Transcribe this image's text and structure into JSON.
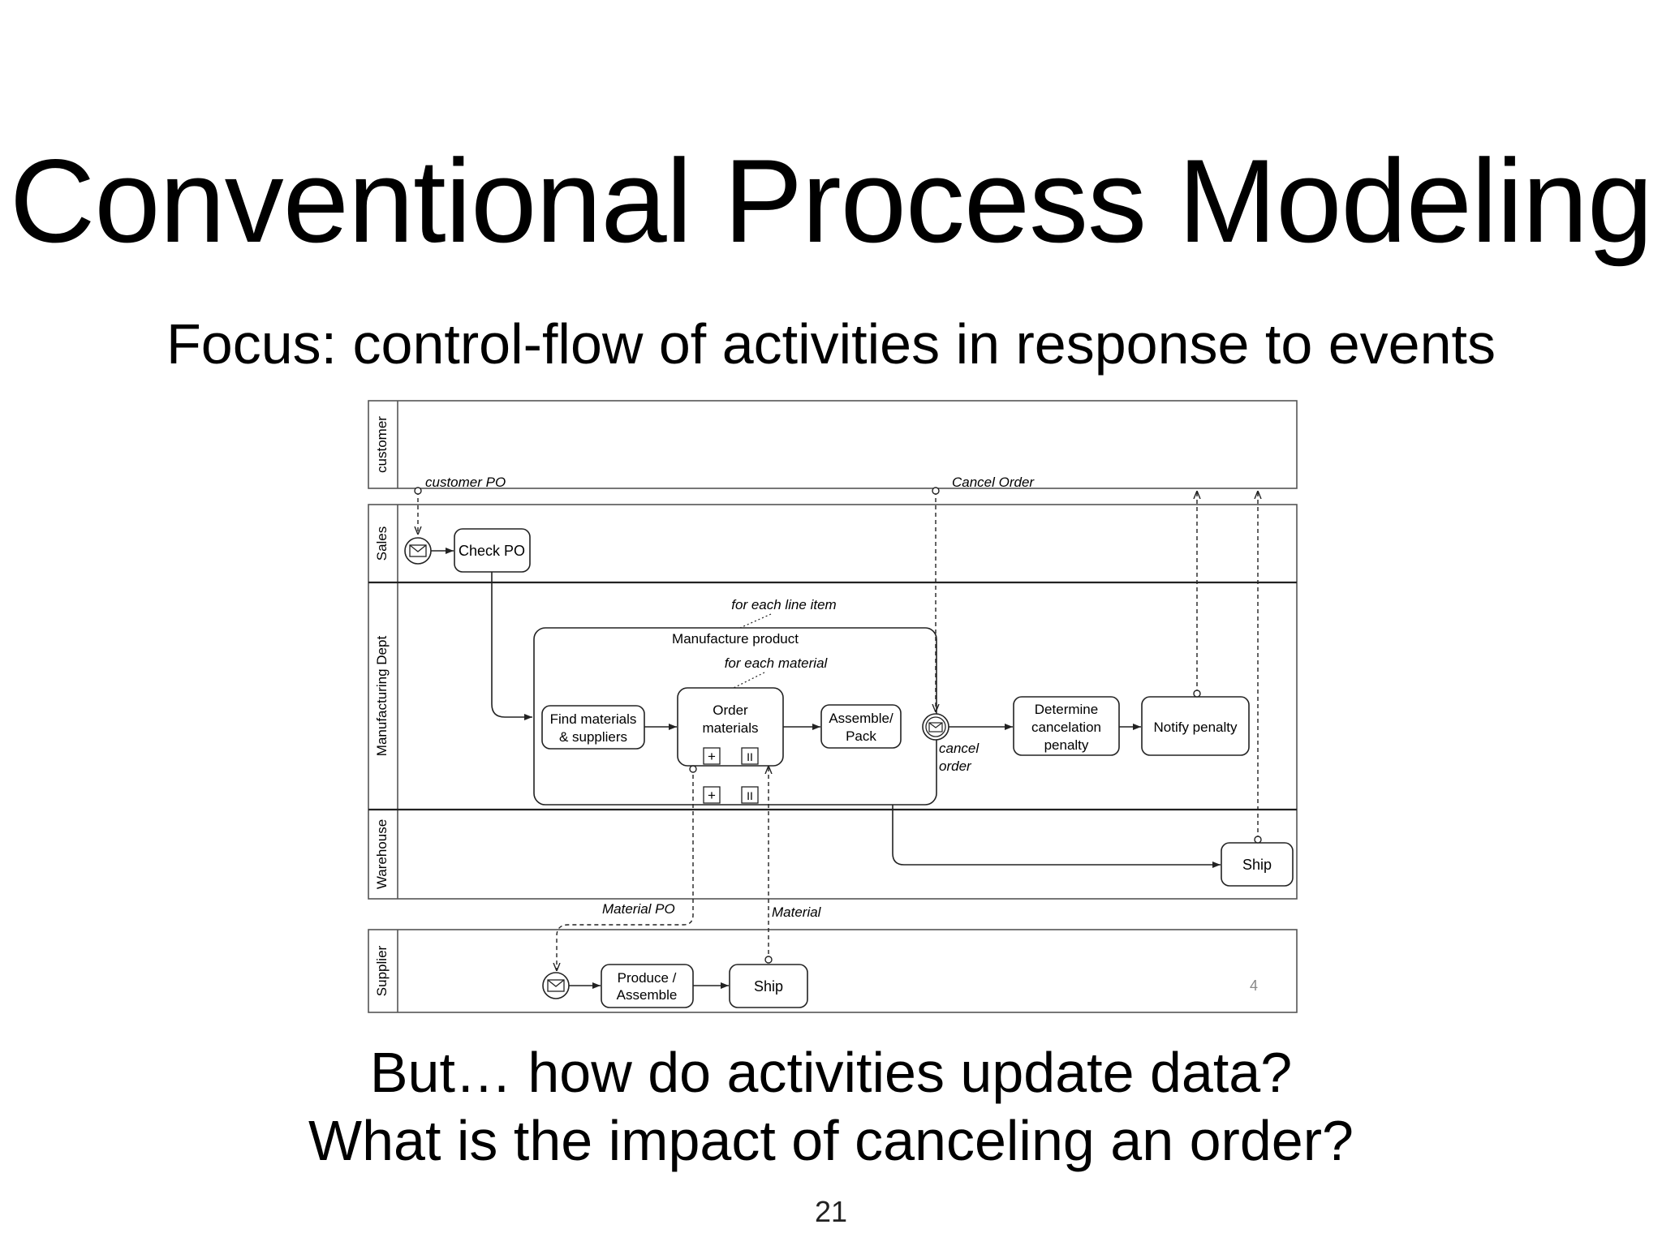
{
  "slide": {
    "title": "Conventional Process Modeling",
    "subtitle": "Focus: control-flow of activities in response to events",
    "questions": [
      "But… how do activities update data?",
      "What is the impact of canceling an order?"
    ],
    "page_number": "21"
  },
  "diagram": {
    "lanes": {
      "customer": "customer",
      "sales": "Sales",
      "manufacturing": "Manufacturing Dept",
      "warehouse": "Warehouse",
      "supplier": "Supplier"
    },
    "tasks": {
      "check_po": "Check PO",
      "find_materials": [
        "Find materials",
        "& suppliers"
      ],
      "order_materials": [
        "Order",
        "materials"
      ],
      "assemble_pack": [
        "Assemble/",
        "Pack"
      ],
      "determine_penalty": [
        "Determine",
        "cancelation",
        "penalty"
      ],
      "notify_penalty": "Notify penalty",
      "ship_warehouse": "Ship",
      "produce_assemble": [
        "Produce /",
        "Assemble"
      ],
      "ship_supplier": "Ship"
    },
    "subprocess": {
      "label": "Manufacture product",
      "annotation_outer": "for each line item",
      "annotation_inner": "for each material"
    },
    "markers": {
      "plus": "+",
      "parallel": "II"
    },
    "messages": {
      "customer_po": "customer PO",
      "cancel_order": "Cancel Order",
      "material_po": "Material PO",
      "material": "Material"
    },
    "events": {
      "cancel_order_event": [
        "cancel",
        "order"
      ]
    },
    "inner_page_number": "4"
  },
  "colors": {
    "line": "#222222",
    "lane_border": "#555555",
    "inner_page_number": "#888888"
  }
}
